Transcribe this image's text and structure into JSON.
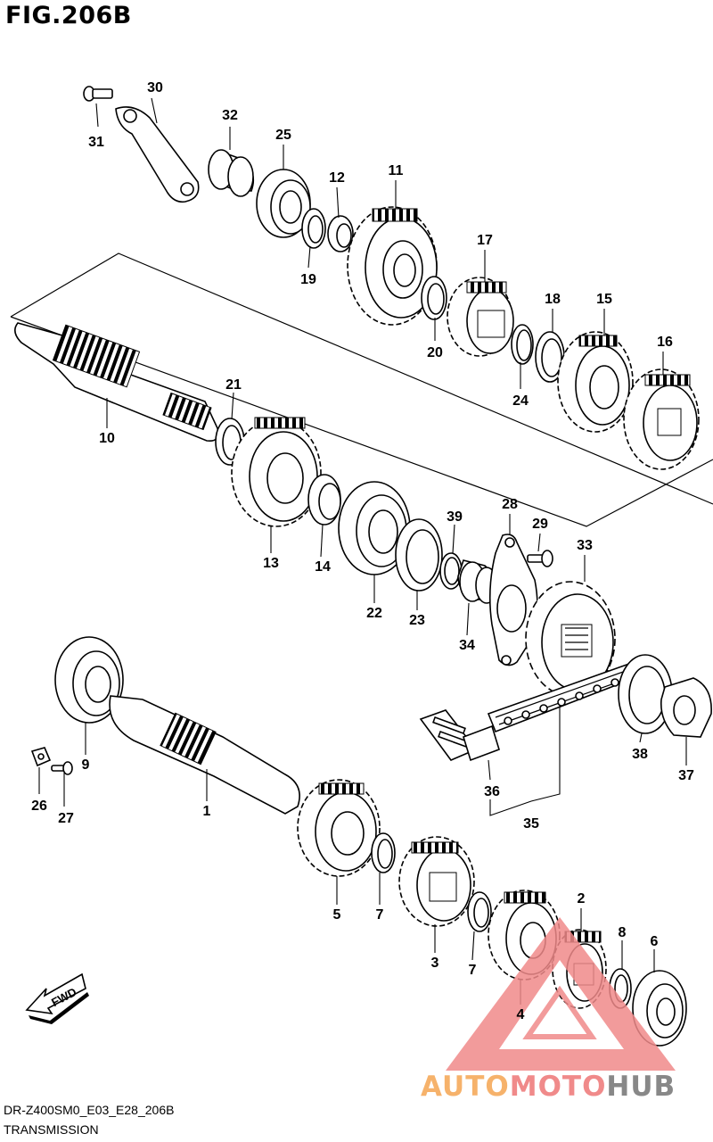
{
  "figure": {
    "title": "FIG.206B",
    "code": "DR-Z400SM0_E03_E28_206B",
    "caption": "TRANSMISSION",
    "fwd_label": "FWD"
  },
  "watermark": {
    "text_part1": "AUTO",
    "text_part2": "MOTO",
    "text_part3": "HUB",
    "colors": {
      "auto": "#f6b26b",
      "moto": "#f08a8a",
      "hub": "#888888",
      "triangle": "#f08a8a"
    }
  },
  "callouts": [
    {
      "id": "30",
      "label": "30"
    },
    {
      "id": "31",
      "label": "31"
    },
    {
      "id": "32",
      "label": "32"
    },
    {
      "id": "25",
      "label": "25"
    },
    {
      "id": "12",
      "label": "12"
    },
    {
      "id": "11",
      "label": "11"
    },
    {
      "id": "19",
      "label": "19"
    },
    {
      "id": "17",
      "label": "17"
    },
    {
      "id": "18",
      "label": "18"
    },
    {
      "id": "15",
      "label": "15"
    },
    {
      "id": "20",
      "label": "20"
    },
    {
      "id": "16",
      "label": "16"
    },
    {
      "id": "24",
      "label": "24"
    },
    {
      "id": "21",
      "label": "21"
    },
    {
      "id": "10",
      "label": "10"
    },
    {
      "id": "28",
      "label": "28"
    },
    {
      "id": "39",
      "label": "39"
    },
    {
      "id": "29",
      "label": "29"
    },
    {
      "id": "33",
      "label": "33"
    },
    {
      "id": "13",
      "label": "13"
    },
    {
      "id": "14",
      "label": "14"
    },
    {
      "id": "22",
      "label": "22"
    },
    {
      "id": "23",
      "label": "23"
    },
    {
      "id": "34",
      "label": "34"
    },
    {
      "id": "38",
      "label": "38"
    },
    {
      "id": "37",
      "label": "37"
    },
    {
      "id": "9",
      "label": "9"
    },
    {
      "id": "36",
      "label": "36"
    },
    {
      "id": "26",
      "label": "26"
    },
    {
      "id": "27",
      "label": "27"
    },
    {
      "id": "1",
      "label": "1"
    },
    {
      "id": "35",
      "label": "35"
    },
    {
      "id": "5",
      "label": "5"
    },
    {
      "id": "7a",
      "label": "7"
    },
    {
      "id": "2",
      "label": "2"
    },
    {
      "id": "8",
      "label": "8"
    },
    {
      "id": "6",
      "label": "6"
    },
    {
      "id": "3",
      "label": "3"
    },
    {
      "id": "7b",
      "label": "7"
    },
    {
      "id": "4",
      "label": "4"
    }
  ]
}
